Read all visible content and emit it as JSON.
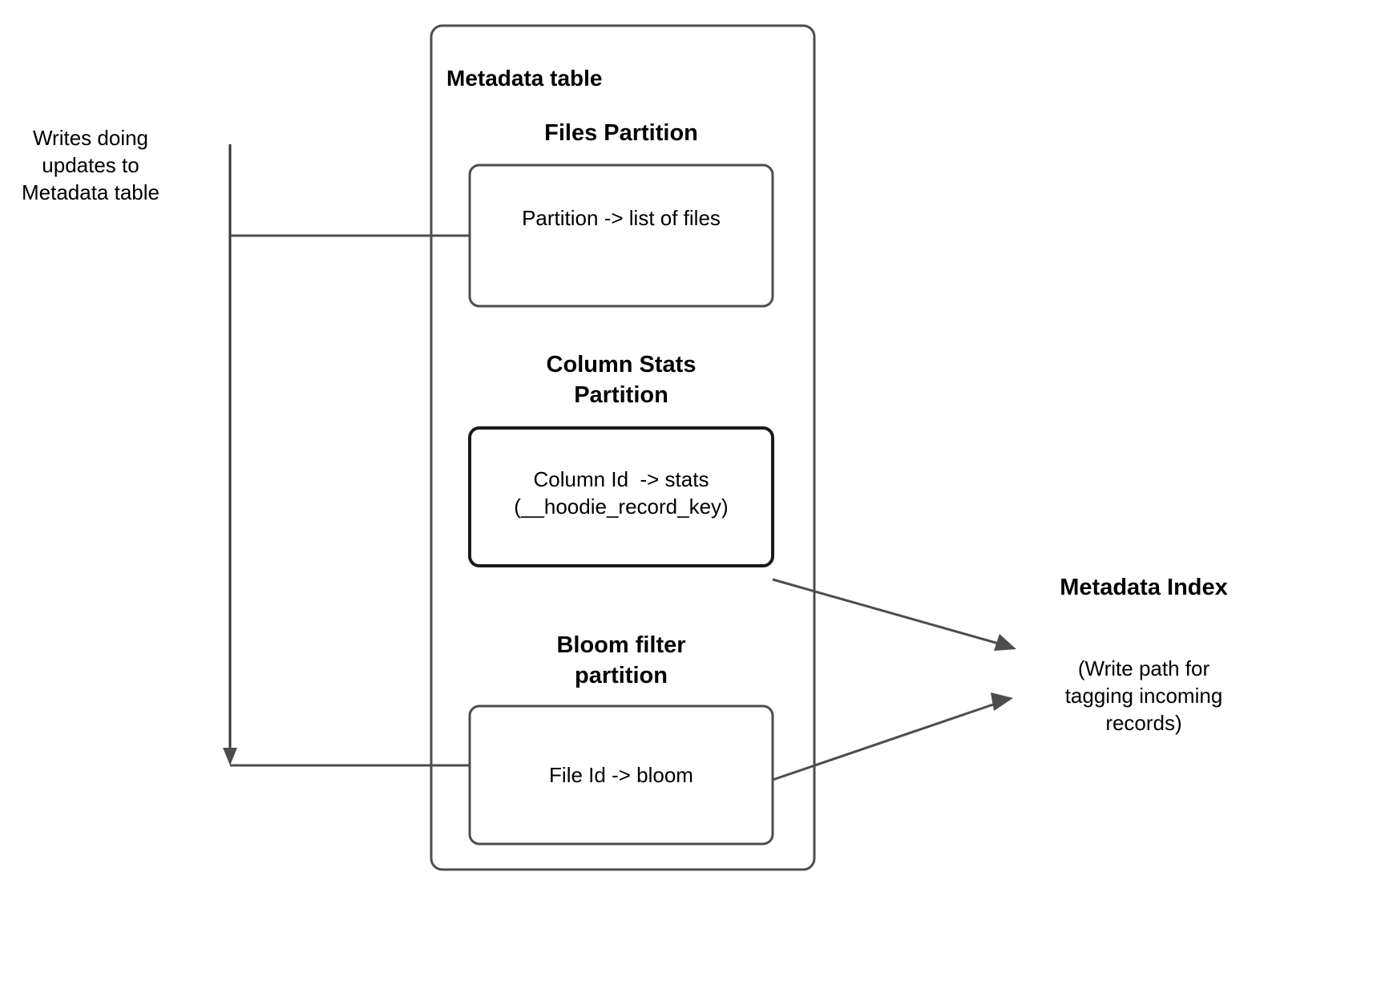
{
  "diagram": {
    "title_label": "Metadata table",
    "left_note": "Writes doing\nupdates to\nMetadata table",
    "outer_box_name": "metadata-table-container",
    "sections": [
      {
        "id": "files",
        "heading": "Files Partition",
        "box_text": "Partition -> list of files"
      },
      {
        "id": "column-stats",
        "heading": "Column Stats\nPartition",
        "box_text": "Column Id  -> stats\n(__hoodie_record_key)"
      },
      {
        "id": "bloom-filter",
        "heading": "Bloom filter\npartition",
        "box_text": "File Id -> bloom"
      }
    ],
    "right_label": {
      "title": "Metadata Index",
      "note": "(Write path for\ntagging incoming\nrecords)"
    },
    "colors": {
      "stroke": "#4d4d4d",
      "stroke_strong": "#1a1a1a",
      "arrow": "#4d4d4d",
      "text": "#000000",
      "background": "#ffffff"
    }
  }
}
